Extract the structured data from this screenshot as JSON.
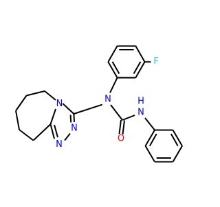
{
  "molecule": {
    "atoms": [
      {
        "id": "F",
        "label": "F",
        "color": "#33cccc"
      },
      {
        "id": "N1",
        "label": "N",
        "color": "#0000ff"
      },
      {
        "id": "NH",
        "label": "N",
        "color": "#0000ff"
      },
      {
        "id": "H",
        "label": "H",
        "color": "#0000ff"
      },
      {
        "id": "O",
        "label": "O",
        "color": "#ff0000"
      },
      {
        "id": "Nt1",
        "label": "N",
        "color": "#0000ff"
      },
      {
        "id": "Nt2",
        "label": "N",
        "color": "#0000ff"
      },
      {
        "id": "Nt3",
        "label": "N",
        "color": "#0000ff"
      }
    ]
  }
}
